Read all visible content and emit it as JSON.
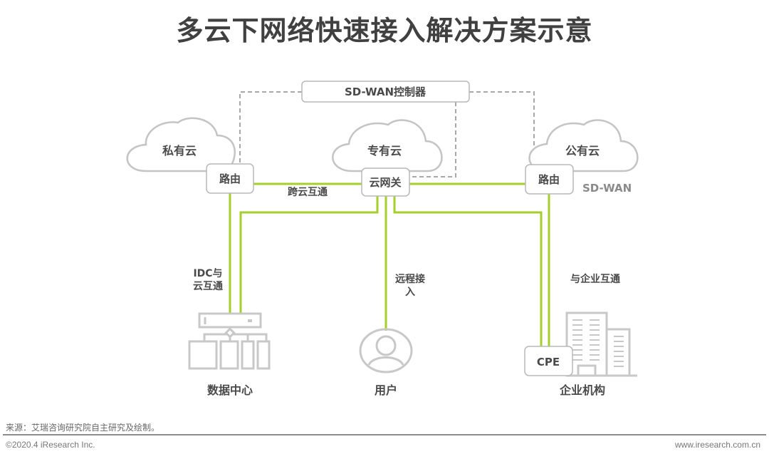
{
  "title": "多云下网络快速接入解决方案示意",
  "controller": {
    "label": "SD-WAN控制器"
  },
  "clouds": {
    "private": {
      "label": "私有云",
      "node": "路由"
    },
    "dedicated": {
      "label": "专有云",
      "node": "云网关"
    },
    "public": {
      "label": "公有云",
      "node": "路由",
      "tag": "SD-WAN"
    }
  },
  "links": {
    "cross_cloud": "跨云互通",
    "idc_line1": "IDC与",
    "idc_line2": "云互通",
    "remote_line1": "远程接",
    "remote_line2": "入",
    "enterprise": "与企业互通"
  },
  "endpoints": {
    "datacenter": "数据中心",
    "user": "用户",
    "enterprise": "企业机构",
    "cpe": "CPE"
  },
  "colors": {
    "link_green": "#a6cf2a",
    "outline_gray": "#bdbdbd",
    "dash_gray": "#a0a0a0"
  },
  "footer": {
    "source": "来源：艾瑞咨询研究院自主研究及绘制。",
    "copyright": "©2020.4 iResearch Inc.",
    "website": "www.iresearch.com.cn"
  }
}
